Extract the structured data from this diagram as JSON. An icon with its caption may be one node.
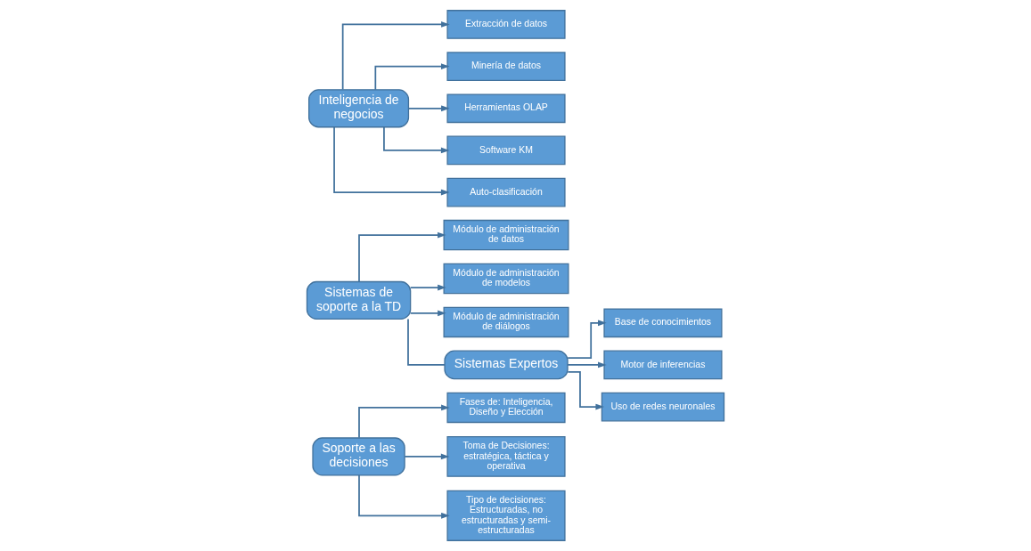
{
  "diagram": {
    "nodes": [
      {
        "text": [
          "Soporte a las decisiones"
        ]
      },
      {
        "text": [
          "Fases de: Inteligencia, Diseño y Elección"
        ]
      },
      {
        "text": [
          "Toma de Decisiones: estratégica, táctica y operativa"
        ]
      },
      {
        "text": [
          "Tipo de decisiones: Estructuradas, no estructuradas y semi-estructuradas"
        ]
      },
      {
        "text": [
          "Sistemas de soporte a la TD"
        ]
      },
      {
        "text": [
          "Módulo de administración de datos"
        ]
      },
      {
        "text": [
          "Módulo de administración de modelos"
        ]
      },
      {
        "text": [
          "Módulo de administración de diálogos"
        ]
      },
      {
        "text": [
          "Sistemas Expertos"
        ]
      },
      {
        "text": [
          "Base de conocimientos"
        ]
      },
      {
        "text": [
          "Motor de inferencias"
        ]
      },
      {
        "text": [
          "Uso de redes neuronales"
        ]
      },
      {
        "text": [
          "Inteligencia de negocios"
        ]
      },
      {
        "text": [
          "Extracción de datos"
        ]
      },
      {
        "text": [
          "Minería de datos"
        ]
      },
      {
        "text": [
          "Herramientas OLAP"
        ]
      },
      {
        "text": [
          "Software KM"
        ]
      },
      {
        "text": [
          "Auto-clasificación"
        ]
      }
    ],
    "edges": [
      {
        "from": 0,
        "to": 1,
        "arrow": "to"
      },
      {
        "from": 0,
        "to": 2,
        "arrow": "to"
      },
      {
        "from": 0,
        "to": 3,
        "arrow": "to"
      },
      {
        "from": 4,
        "to": 5,
        "arrow": "to"
      },
      {
        "from": 4,
        "to": 6,
        "arrow": "to"
      },
      {
        "from": 4,
        "to": 7,
        "arrow": "to"
      },
      {
        "from": 4,
        "to": 8,
        "arrow": "none"
      },
      {
        "from": 8,
        "to": 9,
        "arrow": "to"
      },
      {
        "from": 8,
        "to": 10,
        "arrow": "to"
      },
      {
        "from": 8,
        "to": 11,
        "arrow": "to"
      },
      {
        "from": 12,
        "to": 13,
        "arrow": "to"
      },
      {
        "from": 12,
        "to": 14,
        "arrow": "to"
      },
      {
        "from": 12,
        "to": 15,
        "arrow": "to"
      },
      {
        "from": 12,
        "to": 16,
        "arrow": "to"
      },
      {
        "from": 12,
        "to": 17,
        "arrow": "to"
      }
    ]
  }
}
